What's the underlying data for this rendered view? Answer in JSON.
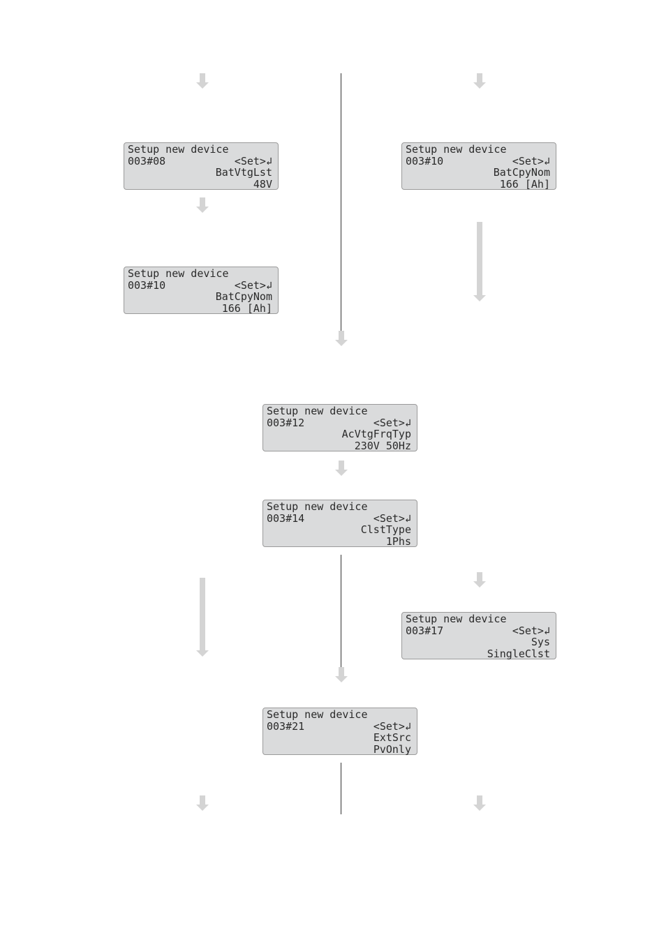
{
  "screens": [
    {
      "title": "Setup new device",
      "code": "003#08",
      "action": "<Set>↲",
      "param": "BatVtgLst",
      "value": "48V"
    },
    {
      "title": "Setup new device",
      "code": "003#10",
      "action": "<Set>↲",
      "param": "BatCpyNom",
      "value": "166 [Ah]"
    },
    {
      "title": "Setup new device",
      "code": "003#10",
      "action": "<Set>↲",
      "param": "BatCpyNom",
      "value": "166 [Ah]"
    },
    {
      "title": "Setup new device",
      "code": "003#12",
      "action": "<Set>↲",
      "param": "AcVtgFrqTyp",
      "value": "230V_50Hz"
    },
    {
      "title": "Setup new device",
      "code": "003#14",
      "action": "<Set>↲",
      "param": "ClstType",
      "value": "1Phs"
    },
    {
      "title": "Setup new device",
      "code": "003#17",
      "action": "<Set>↲",
      "param": "Sys",
      "value": "SingleClst"
    },
    {
      "title": "Setup new device",
      "code": "003#21",
      "action": "<Set>↲",
      "param": "ExtSrc",
      "value": "PvOnly"
    }
  ]
}
